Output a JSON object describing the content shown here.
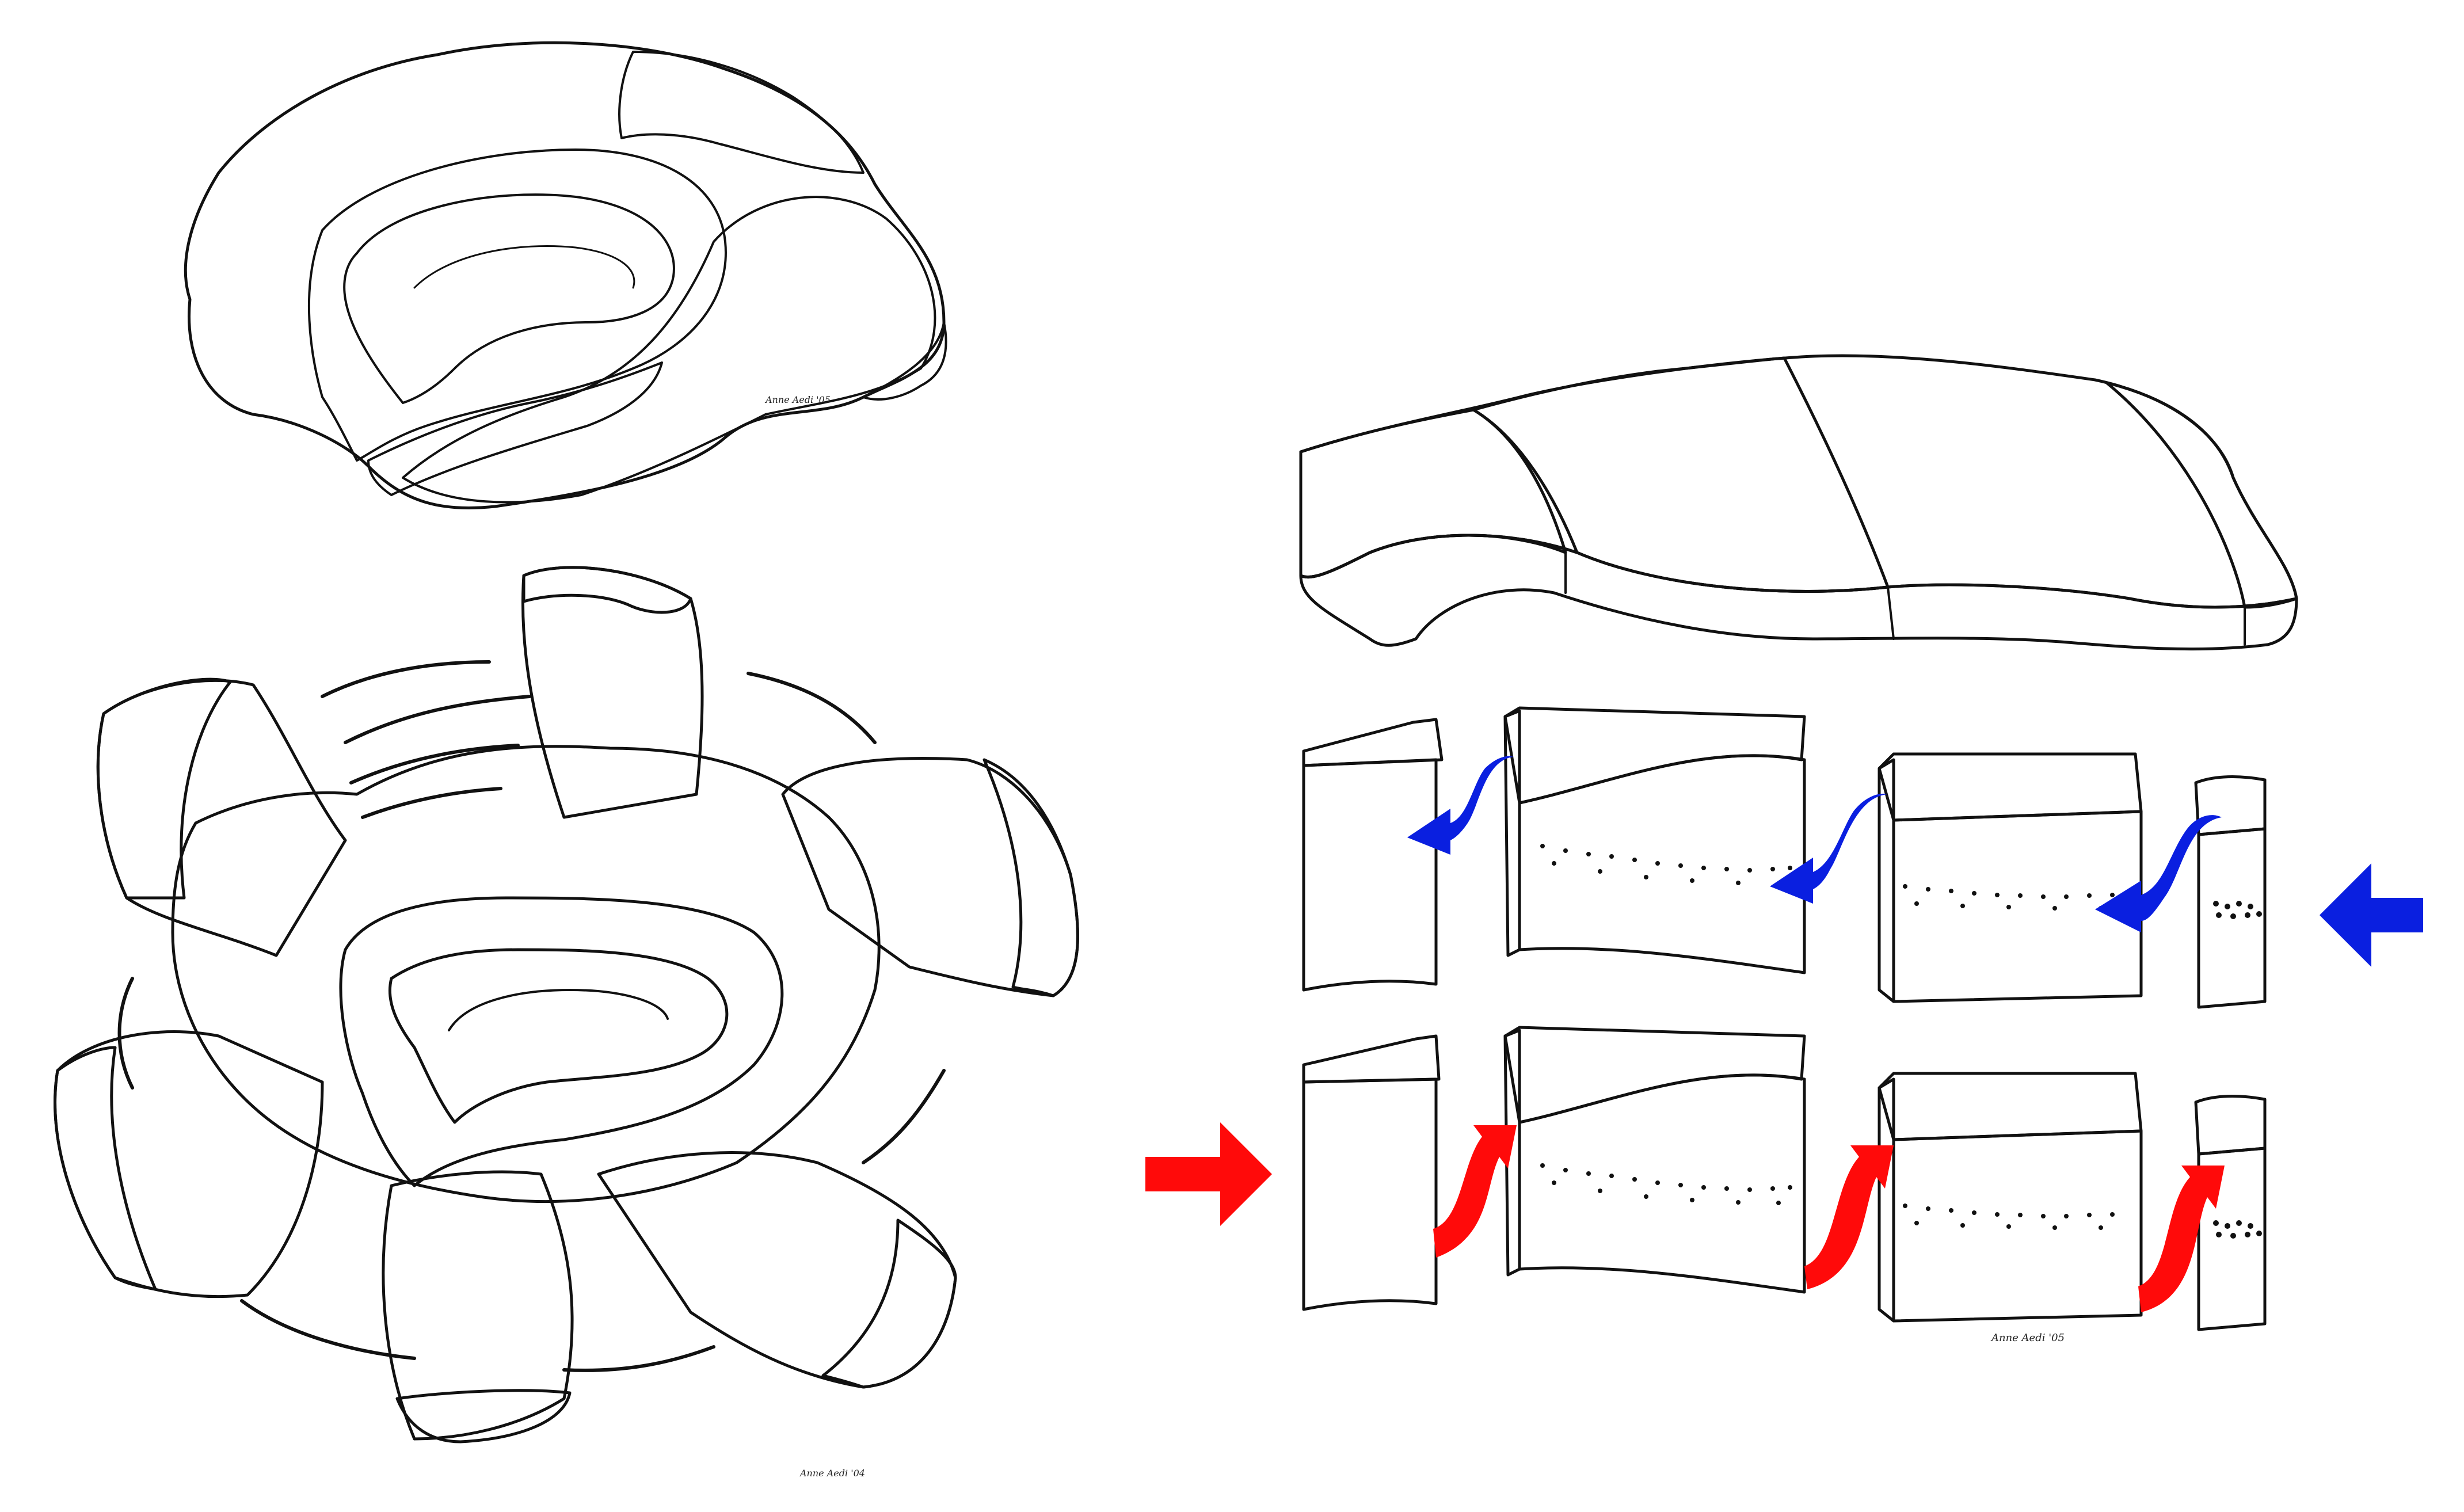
{
  "signatures": {
    "brain": "Anne Aedi '05",
    "flower": "Anne Aedi '04",
    "blocks": "Anne Aedi '05"
  },
  "colors": {
    "ink": "#111111",
    "background": "#ffffff",
    "inward_arrow": "#0a1fe0",
    "outward_arrow": "#ff0a0a"
  },
  "patterns": [
    "diagonal-hatch",
    "dense-dashes",
    "fine-dots",
    "circles",
    "cross-shading"
  ]
}
